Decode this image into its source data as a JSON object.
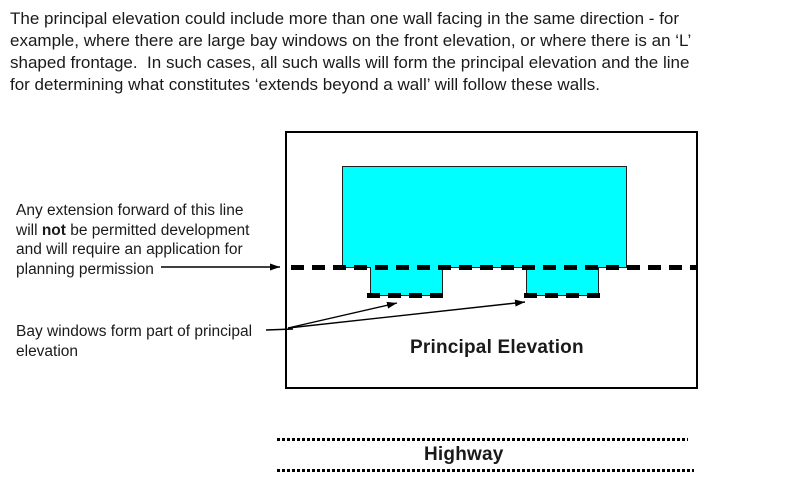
{
  "intro": {
    "lines": [
      "The principal elevation could include more than one wall facing in the same direction - for",
      "example, where there are large bay windows on the front elevation, or where there is an ‘L’",
      "shaped frontage.  In such cases, all such walls will form the principal elevation and the line",
      "for determining what constitutes ‘extends beyond a wall’ will follow these walls."
    ]
  },
  "annotations": {
    "extension_note": {
      "line1": "Any extension forward of this line",
      "line2_pre": "will ",
      "line2_bold": "not",
      "line2_post": " be permitted development",
      "line3": "and will require an application for",
      "line4": "planning permission"
    },
    "bay_note": {
      "line1": "Bay windows form part of principal",
      "line2": "elevation"
    }
  },
  "diagram": {
    "principal_elevation_label": "Principal Elevation",
    "highway_label": "Highway",
    "building_fill": "#00ffff",
    "line_color": "#000000",
    "background": "#ffffff"
  }
}
